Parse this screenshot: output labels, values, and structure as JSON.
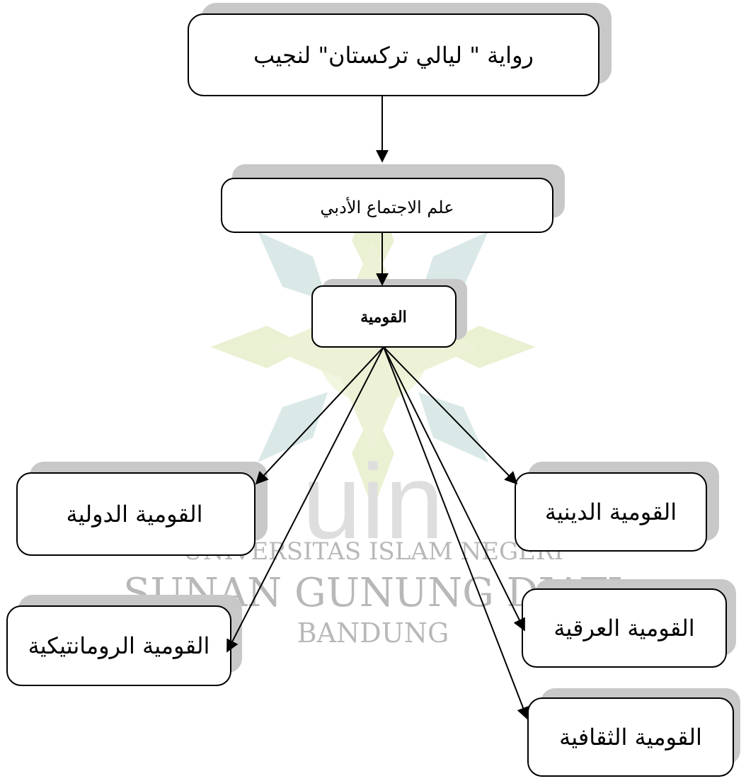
{
  "watermark": {
    "logo_text": "uin",
    "line1": "UNIVERSITAS ISLAM NEGERI",
    "line2": "SUNAN GUNUNG DJATI",
    "line3": "BANDUNG"
  },
  "nodes": {
    "title": "رواية \" ليالي تركستان\" لنجيب",
    "approach": "علم الاجتماع الأدبي",
    "center": "القومية",
    "religious": "القومية الدينية",
    "international": "القومية الدولية",
    "ethnic": "القومية العرقية",
    "romantic": "القومية الرومانتيكية",
    "cultural": "القومية الثقافية"
  },
  "colors": {
    "shadow": "#c8c8c8",
    "border": "#000000",
    "watermark_green": "#d9e6b0",
    "watermark_blue": "#bcd8d6",
    "watermark_grey": "#b8b8b8"
  }
}
